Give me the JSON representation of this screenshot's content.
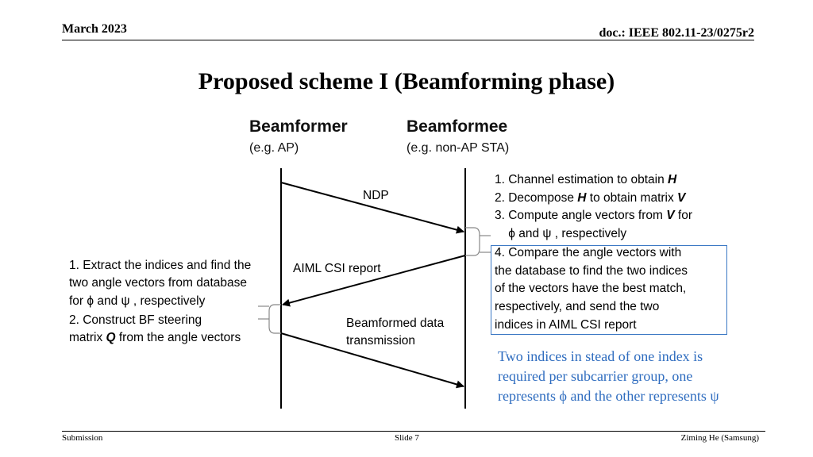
{
  "header": {
    "date": "March 2023",
    "doc": "doc.: IEEE 802.11-23/0275r2"
  },
  "title": "Proposed scheme I (Beamforming phase)",
  "roles": {
    "beamformer": {
      "name": "Beamformer",
      "sub": "(e.g. AP)"
    },
    "beamformee": {
      "name": "Beamformee",
      "sub": "(e.g. non-AP STA)"
    }
  },
  "messages": {
    "ndp": "NDP",
    "csi": "AIML CSI report",
    "data_line1": "Beamformed data",
    "data_line2": "transmission"
  },
  "beamformee_steps": [
    {
      "pre": "1. Channel estimation to obtain ",
      "var": "H",
      "post": ""
    },
    {
      "pre": "2. Decompose ",
      "var": "H",
      "post": " to obtain matrix ",
      "var2": "V"
    },
    {
      "pre": "3. Compute angle vectors from ",
      "var": "V",
      "post": " for"
    },
    {
      "pre": "    ϕ and ψ , respectively"
    }
  ],
  "beamformee_step4": [
    "4. Compare the angle vectors with",
    "the database to find the two indices",
    "of the vectors have the best match,",
    "respectively, and send the two",
    "indices in AIML CSI report"
  ],
  "beamformer_steps": [
    {
      "text": "1. Extract the indices and find the"
    },
    {
      "text": "two angle vectors from database"
    },
    {
      "text": "for ϕ and ψ , respectively"
    },
    {
      "text": "2. Construct BF steering"
    },
    {
      "pre": "matrix ",
      "var": "Q",
      "post": " from the angle vectors"
    }
  ],
  "note": [
    "Two indices in stead of one index is",
    "required per subcarrier group, one",
    "represents ϕ and the other represents ψ"
  ],
  "footer": {
    "left": "Submission",
    "center": "Slide 7",
    "right": "Ziming He (Samsung)"
  }
}
